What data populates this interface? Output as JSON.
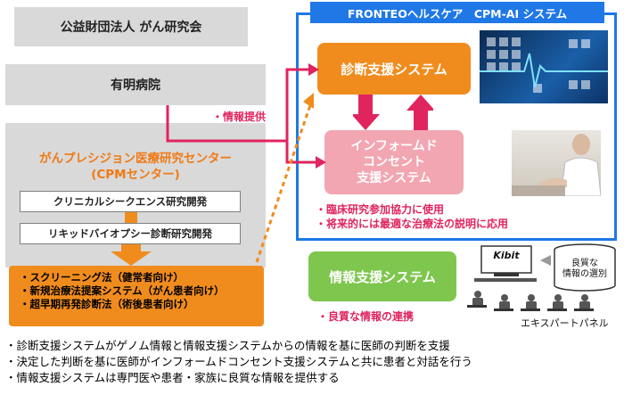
{
  "left": {
    "foundation": "公益財団法人 がん研究会",
    "hospital": "有明病院",
    "center_title_1": "がんプレシジョン医療研究センター",
    "center_title_2": "(CPMセンター)",
    "research_1": "クリニカルシークエンス研究開発",
    "research_2": "リキッドバイオプシー診断研究開発",
    "outputs": [
      "スクリーニング法（健常者向け）",
      "新規治療法提案システム（がん患者向け）",
      "超早期再発診断法（術後患者向け）"
    ]
  },
  "right": {
    "frame_title": "FRONTEOヘルスケア　CPM-AI システム",
    "diagnosis_system": "診断支援システム",
    "ic_system_1": "インフォームド",
    "ic_system_2": "コンセント",
    "ic_system_3": "支援システム",
    "uses": [
      "臨床研究参加協力に使用",
      "将来的には最適な治療法の説明に応用"
    ],
    "info_system": "情報支援システム",
    "info_link": "・良質な情報の連携",
    "kibit_label": "Kibit",
    "db_label_1": "良質な",
    "db_label_2": "情報の選別",
    "panel_label": "エキスパートパネル"
  },
  "info_provide": "・情報提供",
  "footer": [
    "・診断支援システムがゲノム情報と情報支援システムからの情報を基に医師の判断を支援",
    "・決定した判断を基に医師がインフォームドコンセント支援システムと共に患者と対話を行う",
    "・情報支援システムは専門医や患者・家族に良質な情報を提供する"
  ],
  "colors": {
    "orange": "#f08c1e",
    "blue_frame": "#1f78e6",
    "pink_box": "#f2a6b2",
    "green_box": "#7ec64d",
    "red_arrow": "#e0245e",
    "gray_box": "#d9d9d9"
  }
}
